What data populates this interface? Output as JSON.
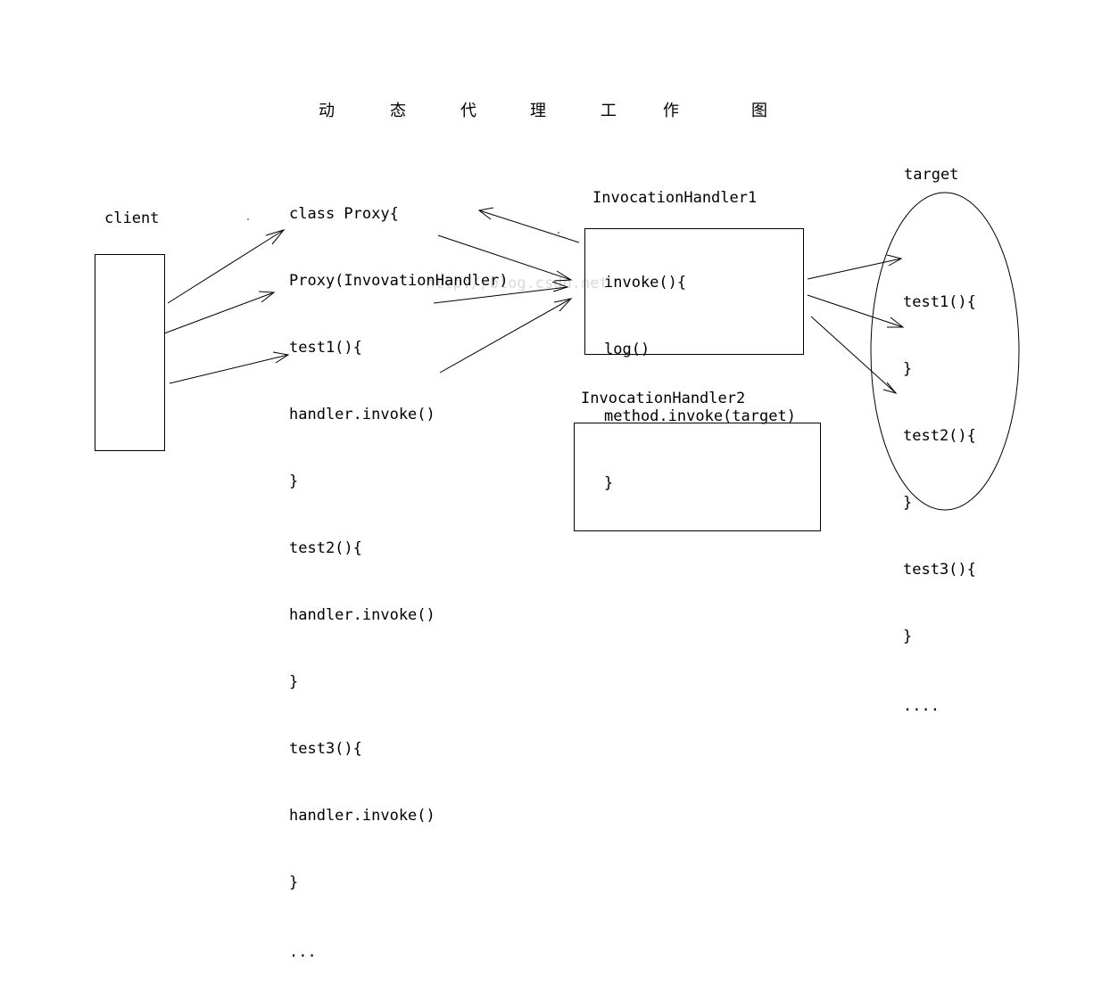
{
  "title": {
    "chars": [
      "动",
      "态",
      "代",
      "理",
      "工",
      "作",
      "图"
    ]
  },
  "client": {
    "label": "client"
  },
  "proxy": {
    "lines": [
      "class Proxy{",
      "Proxy(InvovationHandler)",
      "test1(){",
      "handler.invoke()",
      "}",
      "test2(){",
      "handler.invoke()",
      "}",
      "test3(){",
      "handler.invoke()",
      "}",
      "..."
    ]
  },
  "handler1": {
    "label": "InvocationHandler1",
    "lines": [
      "invoke(){",
      "log()",
      "method.invoke(target)",
      "}"
    ]
  },
  "handler2": {
    "label": "InvocationHandler2"
  },
  "target": {
    "label": "target",
    "lines": [
      "test1(){",
      "}",
      "test2(){",
      "}",
      "test3(){",
      "}",
      "...."
    ]
  },
  "watermark": "http://blog.csdn.net"
}
